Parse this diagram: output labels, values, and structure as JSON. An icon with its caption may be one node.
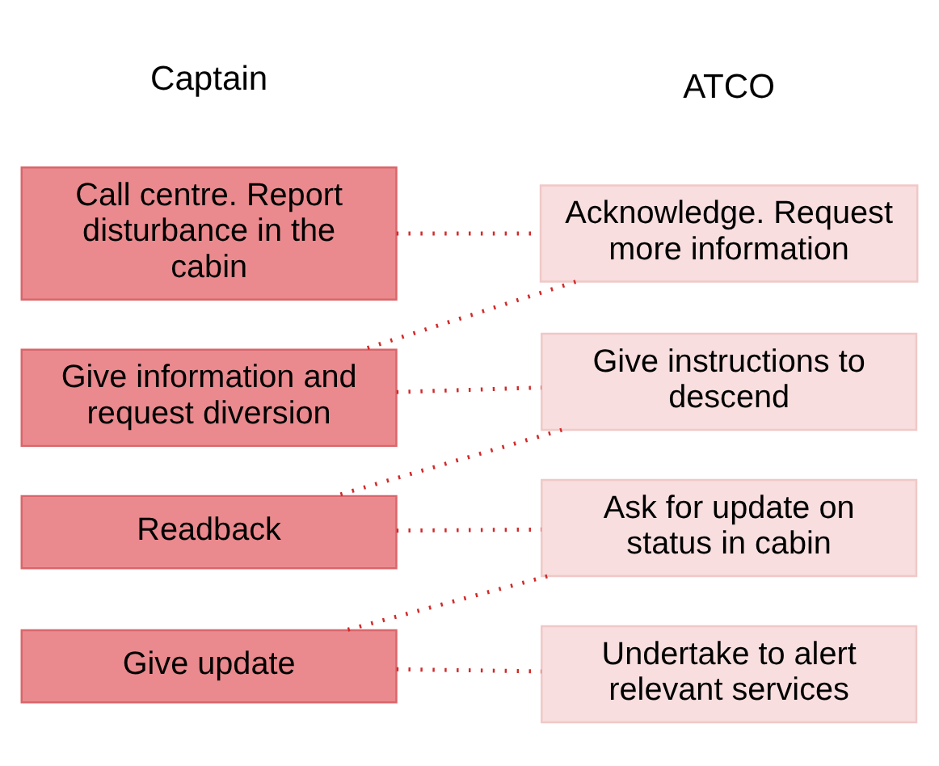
{
  "diagram": {
    "nodes": [
      {
        "text": [
          "Call centre. Report disturbance in the cabin"
        ]
      },
      {
        "text": [
          "Give information and request diversion"
        ]
      },
      {
        "text": [
          "Readback"
        ]
      },
      {
        "text": [
          "Give update"
        ]
      },
      {
        "text": [
          "Acknowledge. Request more information"
        ]
      },
      {
        "text": [
          "Give instructions to descend"
        ]
      },
      {
        "text": [
          "Ask for update on status in cabin"
        ]
      },
      {
        "text": [
          "Undertake to alert relevant services"
        ]
      }
    ],
    "edges": [
      {
        "from": 0,
        "to": 4,
        "arrow": "none"
      },
      {
        "from": 4,
        "to": 1,
        "arrow": "none"
      },
      {
        "from": 1,
        "to": 5,
        "arrow": "none"
      },
      {
        "from": 5,
        "to": 2,
        "arrow": "none"
      },
      {
        "from": 2,
        "to": 6,
        "arrow": "none"
      },
      {
        "from": 6,
        "to": 3,
        "arrow": "none"
      },
      {
        "from": 3,
        "to": 7,
        "arrow": "none"
      }
    ],
    "labels": [
      "Captain",
      "ATCO"
    ]
  }
}
